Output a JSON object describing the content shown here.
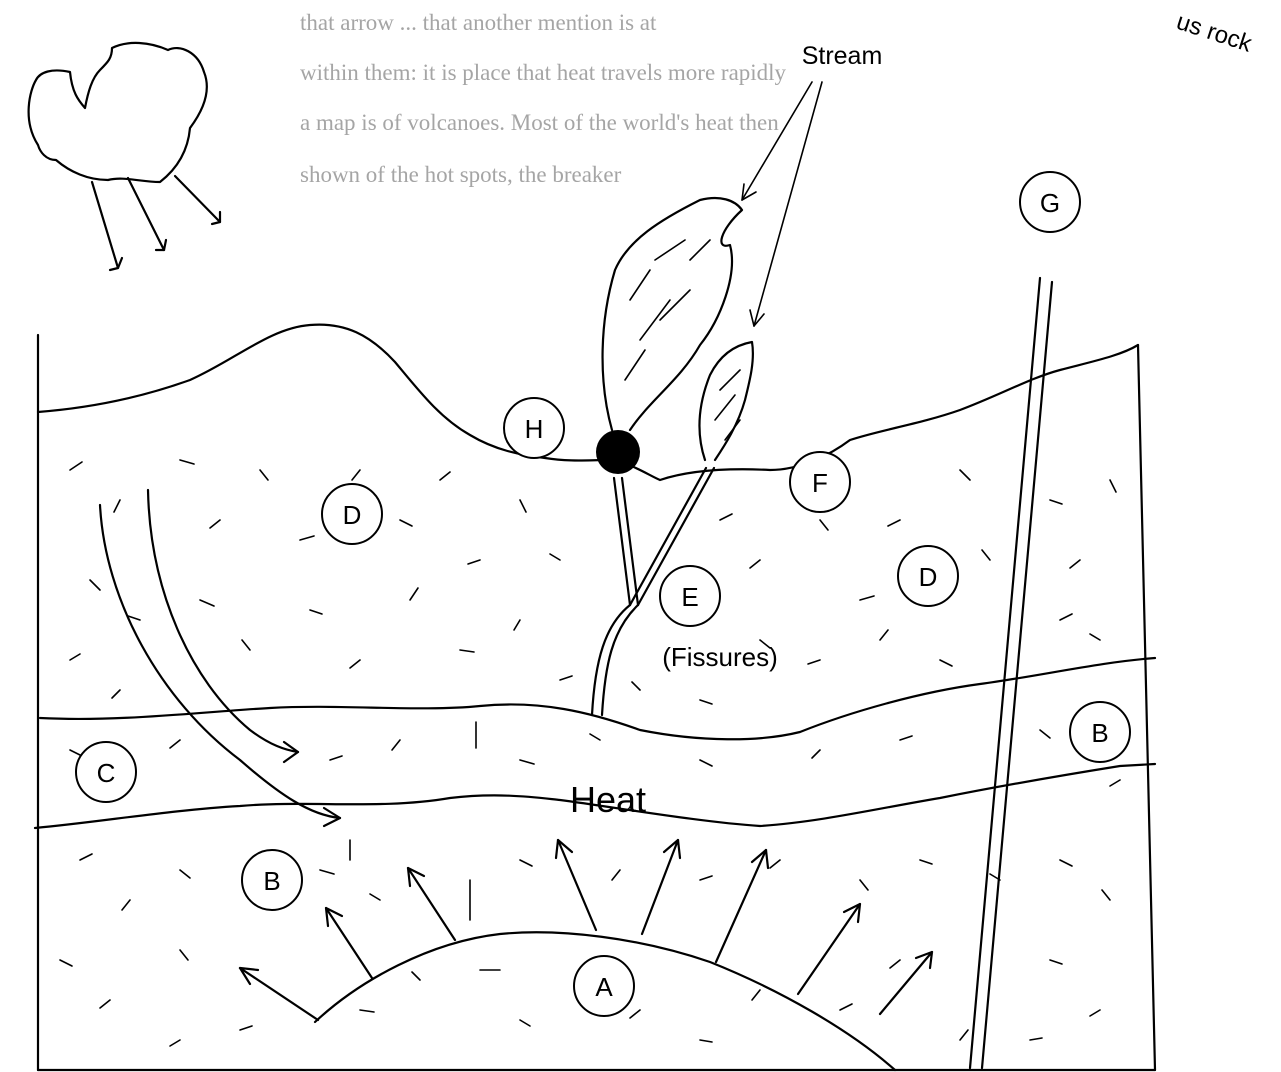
{
  "colors": {
    "ink": "#000000",
    "ghost_text": "#a5a5a5",
    "paper": "#ffffff"
  },
  "annotations": {
    "stream": "Stream",
    "heat": "Heat",
    "fissures": "(Fissures)",
    "corner_fragment": "us rock"
  },
  "labels": {
    "A": "A",
    "B_right": "B",
    "B_left": "B",
    "C": "C",
    "D_left": "D",
    "D_right": "D",
    "E": "E",
    "F": "F",
    "G": "G",
    "H": "H"
  },
  "icons": [
    "rain-cloud-icon",
    "geyser-vent-icon"
  ]
}
